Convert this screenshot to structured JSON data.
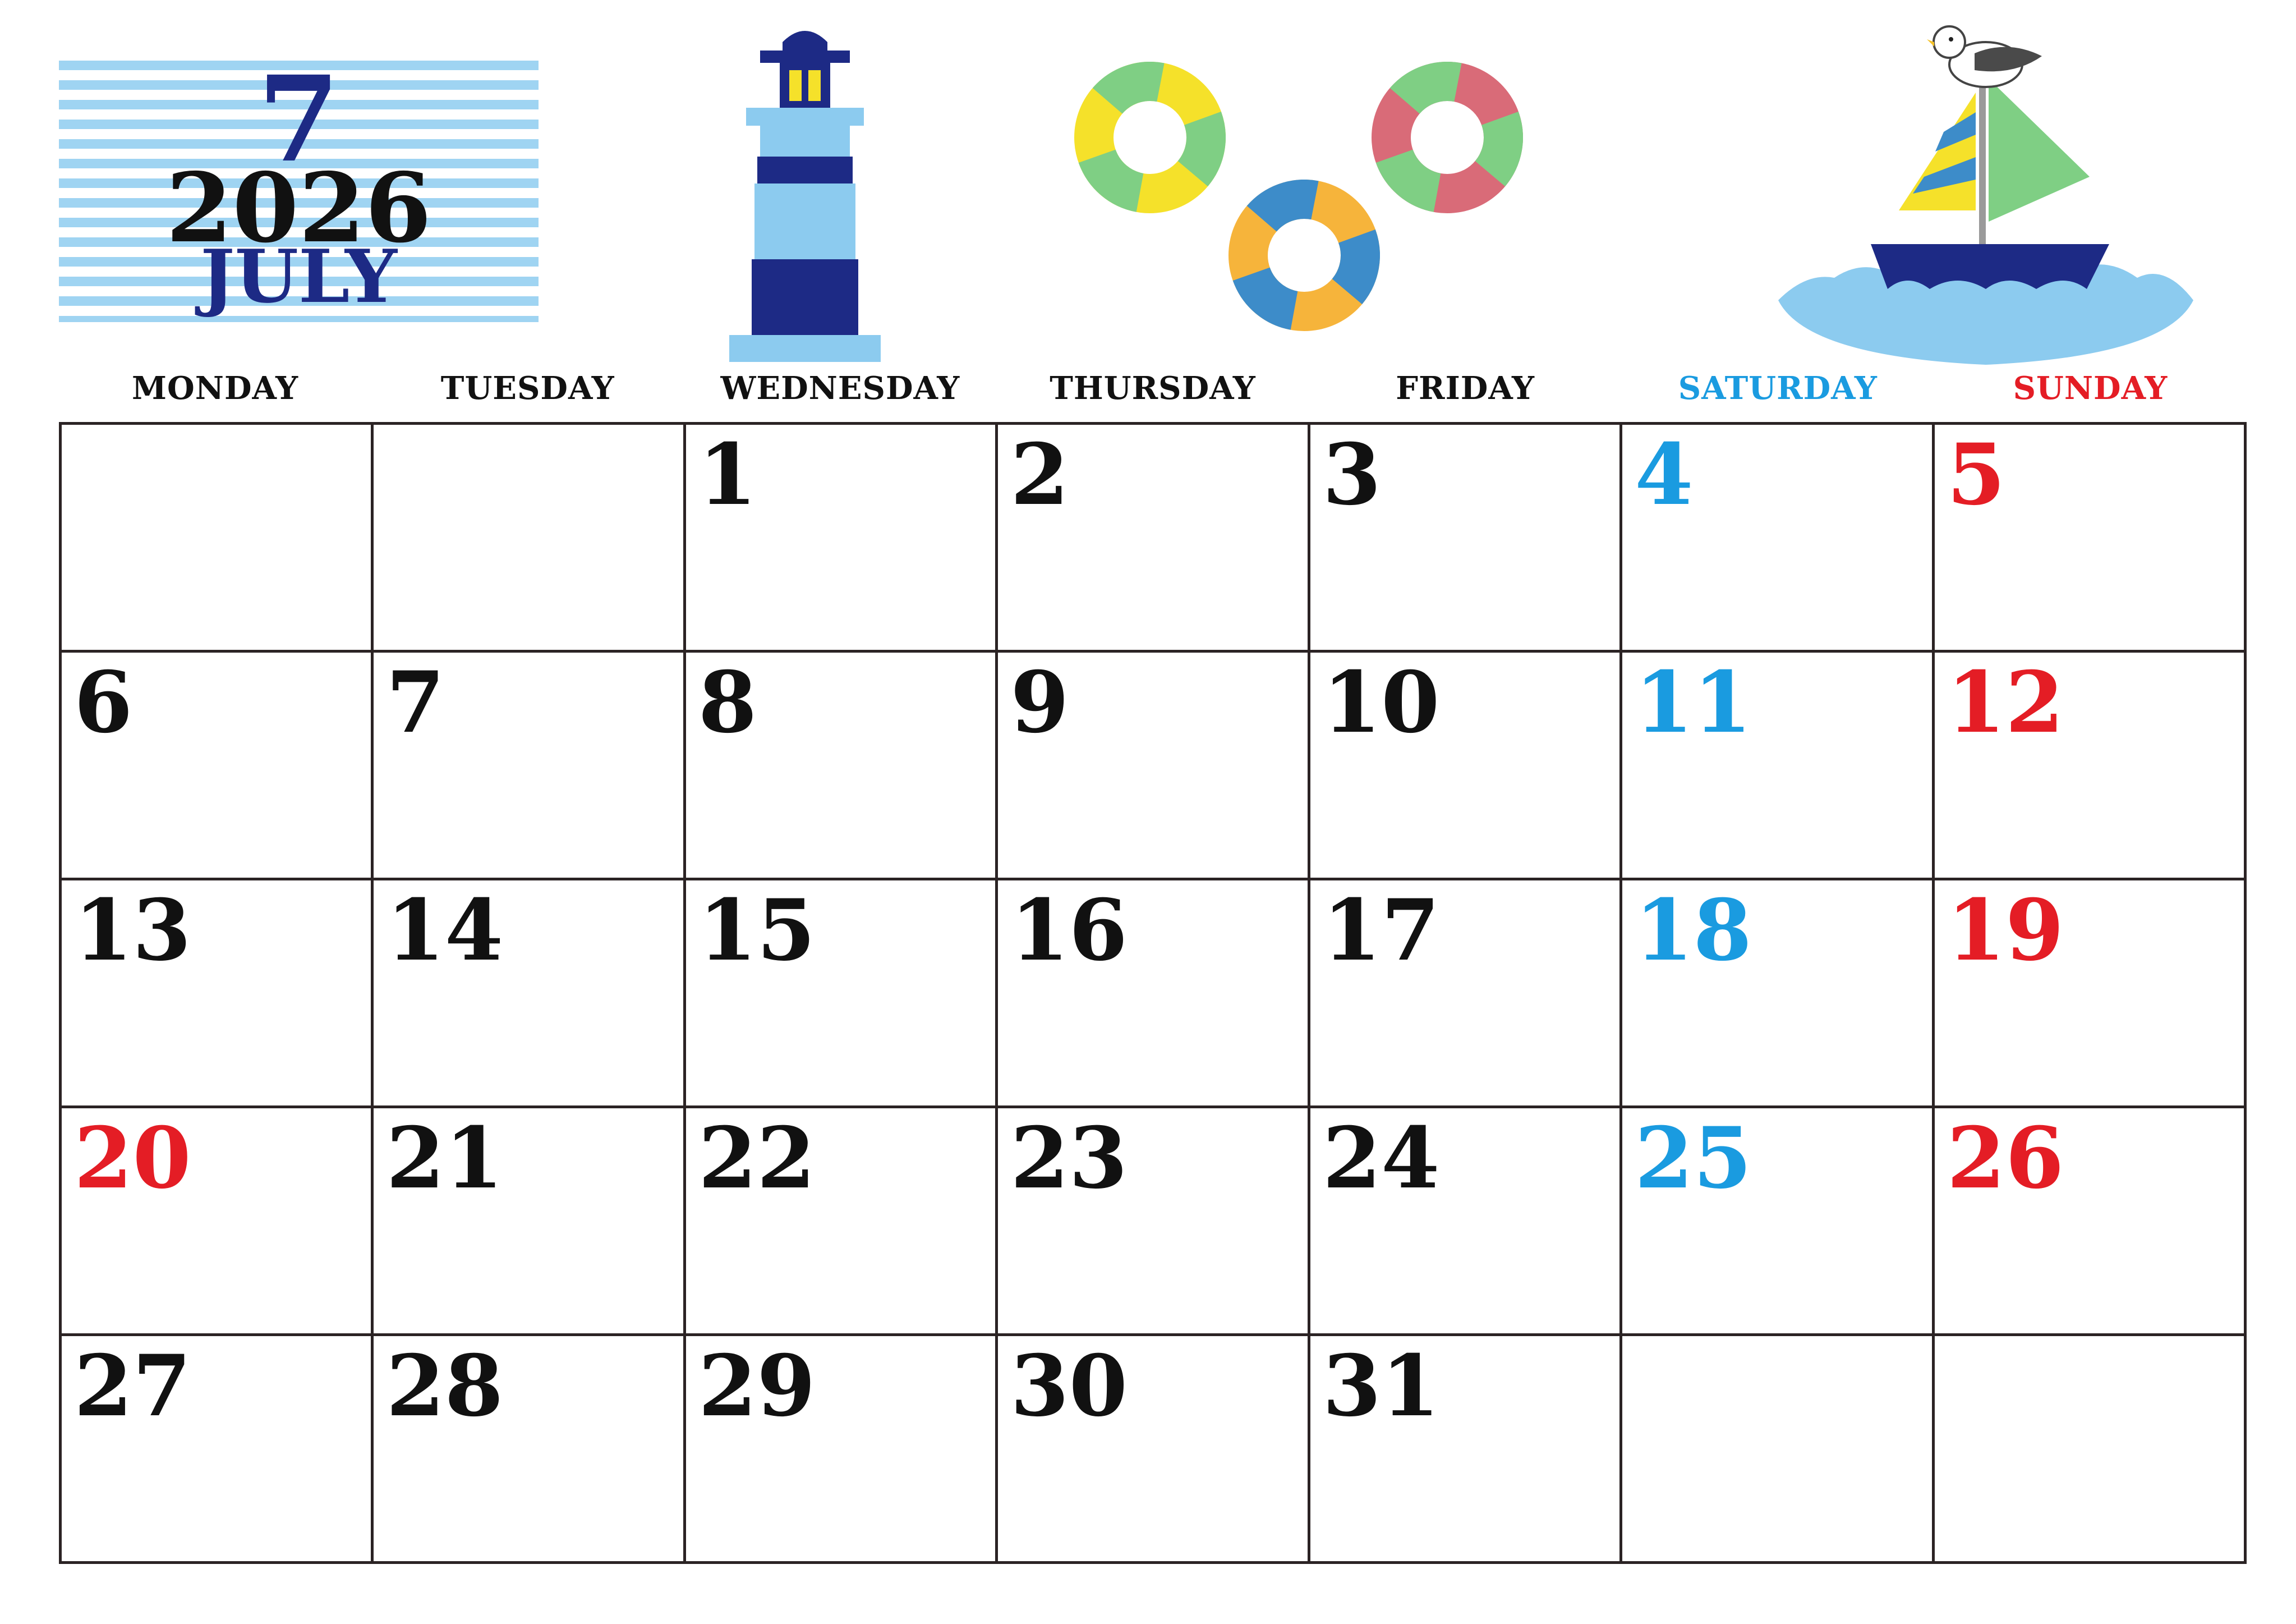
{
  "header": {
    "month_number": "7",
    "year": "2026",
    "month_name": "JULY"
  },
  "weekdays": [
    "MONDAY",
    "TUESDAY",
    "WEDNESDAY",
    "THURSDAY",
    "FRIDAY",
    "SATURDAY",
    "SUNDAY"
  ],
  "colors": {
    "weekday_text": "#111111",
    "saturday": "#1a9be0",
    "sunday_holiday": "#e41d25",
    "title_navy": "#1d2a85",
    "stripe_blue": "#9fd4f2",
    "grid_line": "#2b2324"
  },
  "decorations": [
    "lighthouse-icon",
    "swim-ring-icon",
    "swim-ring-icon",
    "swim-ring-icon",
    "sailboat-icon",
    "seagull-icon",
    "wave-icon"
  ],
  "weeks": [
    [
      {
        "d": ""
      },
      {
        "d": ""
      },
      {
        "d": "1"
      },
      {
        "d": "2"
      },
      {
        "d": "3"
      },
      {
        "d": "4",
        "t": "sat"
      },
      {
        "d": "5",
        "t": "sun"
      }
    ],
    [
      {
        "d": "6"
      },
      {
        "d": "7"
      },
      {
        "d": "8"
      },
      {
        "d": "9"
      },
      {
        "d": "10"
      },
      {
        "d": "11",
        "t": "sat"
      },
      {
        "d": "12",
        "t": "sun"
      }
    ],
    [
      {
        "d": "13"
      },
      {
        "d": "14"
      },
      {
        "d": "15"
      },
      {
        "d": "16"
      },
      {
        "d": "17"
      },
      {
        "d": "18",
        "t": "sat"
      },
      {
        "d": "19",
        "t": "sun"
      }
    ],
    [
      {
        "d": "20",
        "t": "hol"
      },
      {
        "d": "21"
      },
      {
        "d": "22"
      },
      {
        "d": "23"
      },
      {
        "d": "24"
      },
      {
        "d": "25",
        "t": "sat"
      },
      {
        "d": "26",
        "t": "sun"
      }
    ],
    [
      {
        "d": "27"
      },
      {
        "d": "28"
      },
      {
        "d": "29"
      },
      {
        "d": "30"
      },
      {
        "d": "31"
      },
      {
        "d": ""
      },
      {
        "d": ""
      }
    ]
  ]
}
